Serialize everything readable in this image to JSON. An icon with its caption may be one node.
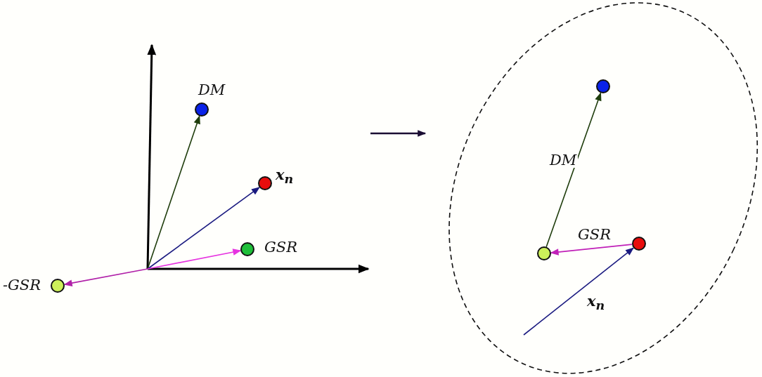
{
  "diagram": {
    "nodes": [
      {
        "text": [
          "DM"
        ]
      },
      {
        "text": [
          "x$_{n}$"
        ]
      },
      {
        "text": [
          "GSR"
        ]
      },
      {
        "text": [
          "-GSR"
        ]
      },
      {
        "text": [],
        "shape": "ellipse"
      },
      {
        "text": [],
        "shape": "circle",
        "in": 4
      },
      {
        "text": [],
        "shape": "circle",
        "in": 4
      },
      {
        "text": [],
        "shape": "circle",
        "in": 4
      }
    ],
    "edges": [
      {
        "from": null,
        "to": 0,
        "arrow": "to",
        "color": "#1f3d0c"
      },
      {
        "from": null,
        "to": 1,
        "arrow": "to",
        "color": "#1a1a80"
      },
      {
        "from": null,
        "to": 2,
        "arrow": "to",
        "color": "#e633e0"
      },
      {
        "from": null,
        "to": 3,
        "arrow": "to",
        "color": "#b020a8"
      },
      {
        "from": 7,
        "to": 5,
        "arrow": "to",
        "label": "DM",
        "color": "#1f3d0c"
      },
      {
        "from": 6,
        "to": 7,
        "arrow": "to",
        "label": "GSR",
        "color": "#c020b8"
      },
      {
        "from": null,
        "to": 6,
        "arrow": "to",
        "label": "x$_{n}$",
        "color": "#1a1a80"
      }
    ]
  }
}
